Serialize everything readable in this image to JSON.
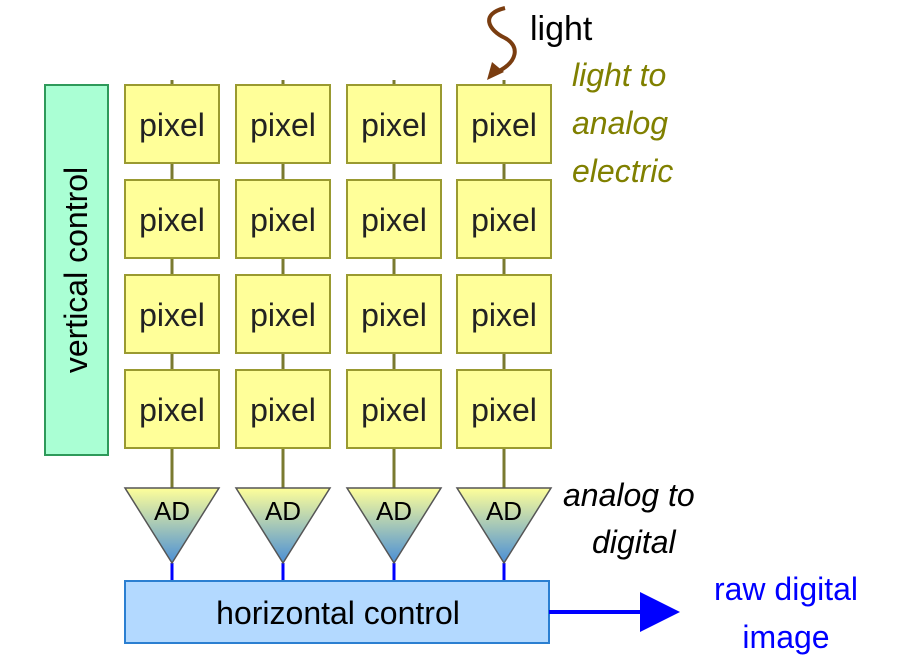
{
  "pixel_grid": {
    "cell_label": "pixel",
    "rows": 4,
    "cols": 4
  },
  "converters": {
    "label": "AD"
  },
  "vertical_control": {
    "label": "vertical control"
  },
  "horizontal_control": {
    "label": "horizontal control"
  },
  "annotations": {
    "light": "light",
    "light_to_analog": [
      "light to",
      "analog",
      "electric"
    ],
    "analog_to_digital": [
      "analog to",
      "digital"
    ],
    "raw_output": [
      "raw digital",
      "image"
    ]
  },
  "colors": {
    "pixel_fill": "#ffff99",
    "pixel_stroke": "#9a9a30",
    "wire": "#7a7a30",
    "vertical_fill": "#aaffd4",
    "vertical_stroke": "#2e9a5a",
    "horizontal_fill": "#b3d9ff",
    "horizontal_stroke": "#2b7fd1",
    "ad_top": "#ffff99",
    "ad_bottom": "#4a8fd6",
    "ad_stroke": "#555555",
    "blue_wire": "#0000ff",
    "light_arrow": "#7a3d10",
    "olive_text": "#808000",
    "blue_text": "#0000ff"
  }
}
